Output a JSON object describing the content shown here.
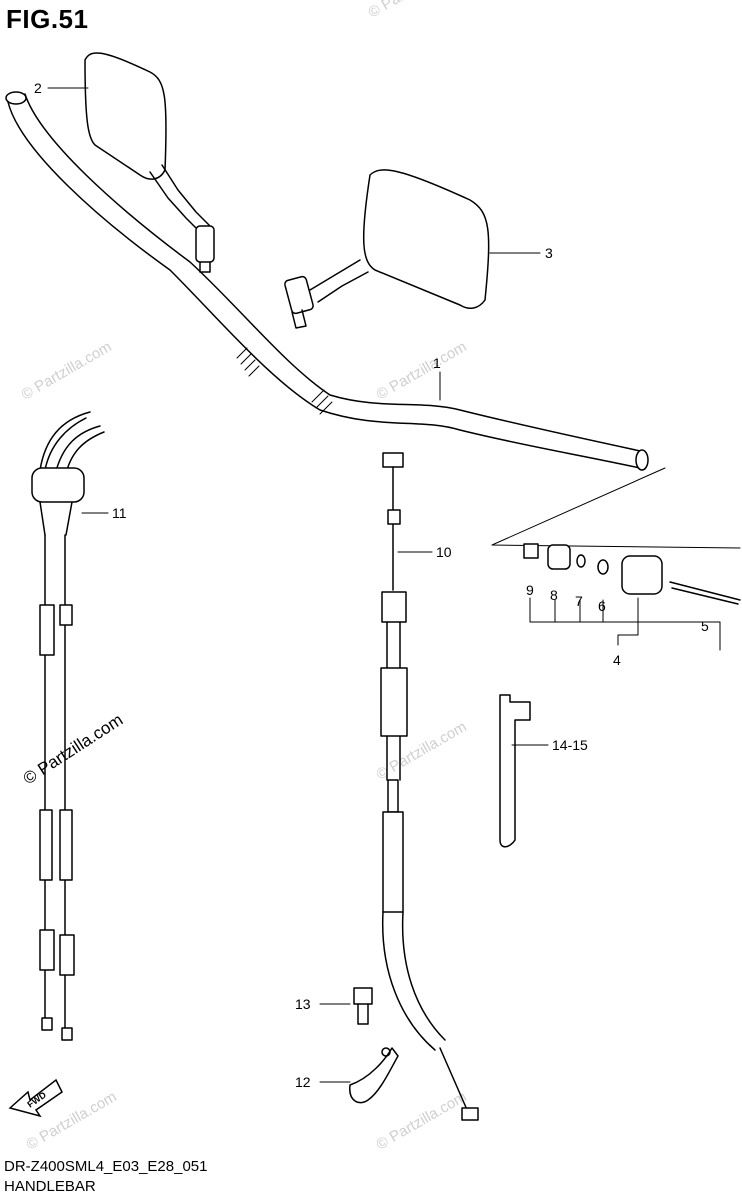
{
  "figure": {
    "title": "FIG.51",
    "code": "DR-Z400SML4_E03_E28_051",
    "name": "HANDLEBAR"
  },
  "watermark": "© Partzilla.com",
  "fwd_label": "FWD",
  "callouts": [
    "1",
    "2",
    "3",
    "4",
    "5",
    "6",
    "7",
    "8",
    "9",
    "10",
    "11",
    "12",
    "13",
    "14-15"
  ]
}
